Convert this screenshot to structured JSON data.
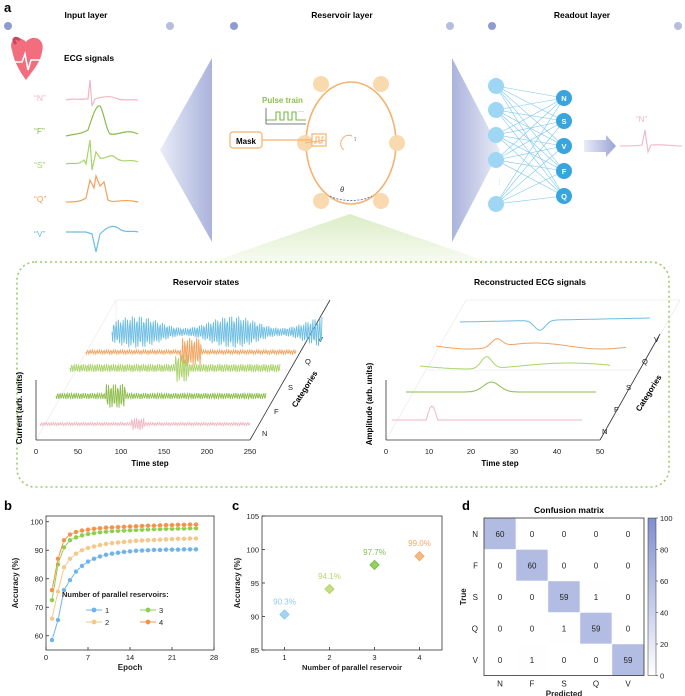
{
  "panel_a": {
    "letter": "a",
    "headers": {
      "input": "Input layer",
      "reservoir": "Reservoir layer",
      "readout": "Readout layer"
    },
    "ecg_title": "ECG signals",
    "ecg_classes": [
      {
        "label": "“N”",
        "color": "#efb7c4"
      },
      {
        "label": "“F”",
        "color": "#8cbc4a"
      },
      {
        "label": "“S”",
        "color": "#a9d36a"
      },
      {
        "label": "“Q”",
        "color": "#f0a25e"
      },
      {
        "label": "“V”",
        "color": "#6cbde3"
      }
    ],
    "pulse_train": "Pulse train",
    "mask": "Mask",
    "tau": "τ",
    "theta": "θ",
    "readout_nodes": [
      "N",
      "S",
      "V",
      "F",
      "Q"
    ],
    "output_label": "“N”",
    "reservoir_states": {
      "title": "Reservoir states",
      "xlabel": "Time step",
      "ylabel": "Current (arb. units)",
      "zlabel": "Categories",
      "xticks": [
        "0",
        "50",
        "100",
        "150",
        "200",
        "250"
      ],
      "categories": [
        "N",
        "F",
        "S",
        "Q",
        "V"
      ]
    },
    "reconstructed": {
      "title": "Reconstructed ECG signals",
      "xlabel": "Time step",
      "ylabel": "Amplitude (arb. units)",
      "zlabel": "Categories",
      "xticks": [
        "0",
        "10",
        "20",
        "30",
        "40",
        "50"
      ],
      "categories": [
        "N",
        "F",
        "S",
        "Q",
        "V"
      ]
    }
  },
  "panel_b": {
    "letter": "b",
    "legend_title": "Number of parallel reservoirs:",
    "colors": {
      "1": "#6fb4e8",
      "2": "#f2c98a",
      "3": "#8ccf4d",
      "4": "#f3934a"
    }
  },
  "panel_c": {
    "letter": "c",
    "point_labels": [
      "90.3%",
      "94.1%",
      "97.7%",
      "99.0%"
    ],
    "colors": [
      "#8ec9ef",
      "#b9d46c",
      "#7cc242",
      "#f3a867"
    ]
  },
  "panel_d": {
    "letter": "d",
    "title": "Confusion matrix",
    "xlabel": "Predicted",
    "ylabel": "True",
    "classes": [
      "N",
      "F",
      "S",
      "Q",
      "V"
    ],
    "colorbar_ticks": [
      "0",
      "20",
      "40",
      "60",
      "80",
      "100"
    ],
    "color_low": "#ffffff",
    "color_high": "#7f8fcf"
  },
  "chart_data": [
    {
      "type": "line",
      "panel": "b",
      "xlabel": "Epoch",
      "ylabel": "Accuracy (%)",
      "xlim": [
        0,
        28
      ],
      "ylim": [
        55,
        102
      ],
      "xticks": [
        0,
        7,
        14,
        21,
        28
      ],
      "yticks": [
        60,
        70,
        80,
        90,
        100
      ],
      "x": [
        1,
        2,
        3,
        4,
        5,
        6,
        7,
        8,
        9,
        10,
        11,
        12,
        13,
        14,
        15,
        16,
        17,
        18,
        19,
        20,
        21,
        22,
        23,
        24,
        25
      ],
      "series": [
        {
          "name": "1",
          "values": [
            58.5,
            65.5,
            76,
            79.5,
            82.5,
            84.5,
            86,
            87,
            87.8,
            88.4,
            88.8,
            89.1,
            89.4,
            89.6,
            89.8,
            89.9,
            90,
            90.1,
            90.1,
            90.2,
            90.2,
            90.2,
            90.3,
            90.3,
            90.3
          ]
        },
        {
          "name": "2",
          "values": [
            66,
            75.5,
            84,
            87,
            88.8,
            90,
            90.8,
            91.3,
            91.8,
            92.2,
            92.5,
            92.7,
            92.9,
            93.1,
            93.3,
            93.4,
            93.5,
            93.6,
            93.7,
            93.8,
            93.9,
            94,
            94,
            94.1,
            94.1
          ]
        },
        {
          "name": "3",
          "values": [
            72.5,
            85,
            91,
            93.5,
            94.5,
            95.2,
            95.7,
            96,
            96.3,
            96.5,
            96.7,
            96.8,
            96.9,
            97,
            97.1,
            97.2,
            97.3,
            97.4,
            97.4,
            97.5,
            97.5,
            97.6,
            97.6,
            97.7,
            97.7
          ]
        },
        {
          "name": "4",
          "values": [
            76,
            87,
            93.5,
            95.5,
            96.4,
            96.9,
            97.2,
            97.5,
            97.7,
            97.9,
            98,
            98.1,
            98.2,
            98.3,
            98.4,
            98.5,
            98.6,
            98.6,
            98.7,
            98.8,
            98.8,
            98.9,
            98.9,
            99,
            99
          ]
        }
      ]
    },
    {
      "type": "scatter",
      "panel": "c",
      "xlabel": "Number of parallel reservoir",
      "ylabel": "Accuracy (%)",
      "xlim": [
        0.5,
        4.5
      ],
      "ylim": [
        85,
        105
      ],
      "xticks": [
        1,
        2,
        3,
        4
      ],
      "yticks": [
        85,
        90,
        95,
        100,
        105
      ],
      "x": [
        1,
        2,
        3,
        4
      ],
      "values": [
        90.3,
        94.1,
        97.7,
        99.0
      ]
    },
    {
      "type": "heatmap",
      "panel": "d",
      "title": "Confusion matrix",
      "rows": [
        "N",
        "F",
        "S",
        "Q",
        "V"
      ],
      "columns": [
        "N",
        "F",
        "S",
        "Q",
        "V"
      ],
      "values": [
        [
          60,
          0,
          0,
          0,
          0
        ],
        [
          0,
          60,
          0,
          0,
          0
        ],
        [
          0,
          0,
          59,
          1,
          0
        ],
        [
          0,
          0,
          1,
          59,
          0
        ],
        [
          0,
          1,
          0,
          0,
          59
        ]
      ],
      "colorbar_range": [
        0,
        100
      ]
    }
  ]
}
